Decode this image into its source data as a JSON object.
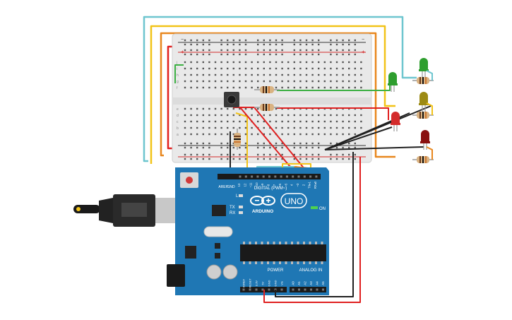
{
  "breadboard": {
    "rail_minus": "−",
    "rail_plus": "+",
    "row_letters_top": [
      "j",
      "i",
      "h",
      "g",
      "f"
    ],
    "row_letters_bottom": [
      "e",
      "d",
      "c",
      "b",
      "a"
    ],
    "column_count": 30
  },
  "arduino": {
    "brand": "ARDUINO",
    "model": "UNO",
    "digital_label": "DIGITAL (PWM~)",
    "power_label": "POWER",
    "analog_label": "ANALOG IN",
    "on_label": "ON",
    "l_label": "L",
    "tx_label": "TX",
    "rx_label": "RX",
    "aref": "AREF",
    "gnd": "GND",
    "digital_pins": [
      "13",
      "12",
      "~11",
      "~10",
      "~9",
      "8",
      "7",
      "~6",
      "~5",
      "4",
      "~3",
      "2",
      "TX▸1",
      "RX◂0"
    ],
    "power_pins": [
      "IOREF",
      "RESET",
      "3.3V",
      "5V",
      "GND",
      "GND",
      "Vin"
    ],
    "analog_pins": [
      "A0",
      "A1",
      "A2",
      "A3",
      "A4",
      "A5"
    ]
  },
  "leds": [
    {
      "color": "#2e9e2e",
      "name": "green"
    },
    {
      "color": "#d42b2b",
      "name": "red"
    },
    {
      "color": "#9c8a14",
      "name": "yellow"
    },
    {
      "color": "#8a1010",
      "name": "dark-red"
    }
  ],
  "wire_colors": {
    "red": "#e02020",
    "black": "#202020",
    "green": "#3cb043",
    "yellow": "#f2c318",
    "orange": "#e8871e",
    "cyan": "#6ec6cf"
  },
  "board_color": "#1f77b4"
}
